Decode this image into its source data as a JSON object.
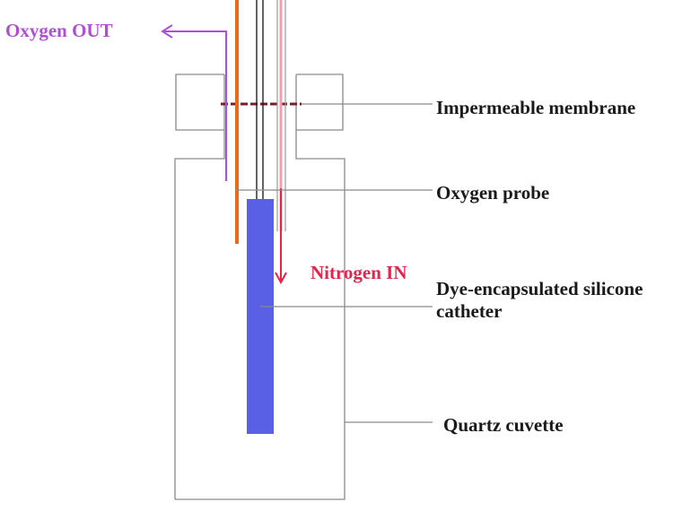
{
  "labels": {
    "oxygen_out": "Oxygen OUT",
    "nitrogen_in": "Nitrogen IN",
    "impermeable_membrane": "Impermeable membrane",
    "oxygen_probe": "Oxygen probe",
    "catheter_line1": "Dye-encapsulated silicone",
    "catheter_line2": "catheter",
    "quartz_cuvette": "Quartz cuvette"
  },
  "colors": {
    "outline": "#8a8a8a",
    "oxygen_out": "#b04fd6",
    "nitrogen_in": "#e8224a",
    "oxygen_tube": "#e86a1a",
    "nitrogen_tube": "#f2a0b0",
    "membrane": "#7a1f2a",
    "catheter": "#5a60e6",
    "probe": "#222222",
    "text": "#1a1a1a"
  }
}
